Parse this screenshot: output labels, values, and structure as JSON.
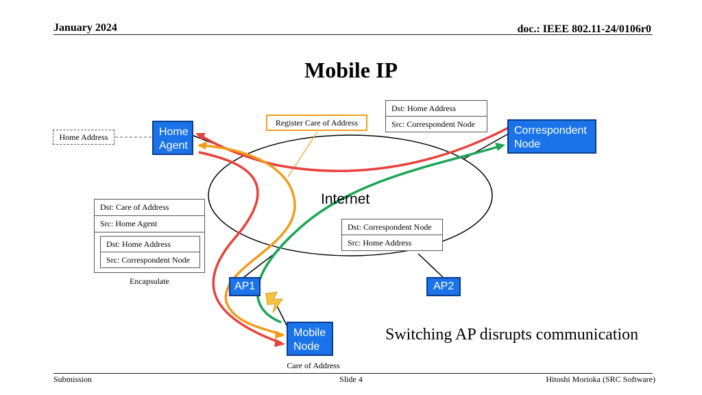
{
  "header": {
    "date": "January 2024",
    "doc": "doc.: IEEE 802.11-24/0106r0"
  },
  "title": "Mobile IP",
  "nodes": {
    "home_agent": [
      "Home",
      "Agent"
    ],
    "correspondent": [
      "Correspondent",
      "Node"
    ],
    "ap1": "AP1",
    "ap2": "AP2",
    "mobile": [
      "Mobile",
      "Node"
    ]
  },
  "internet_label": "Internet",
  "labels": {
    "home_address": "Home Address",
    "register": "Register Care of Address",
    "encapsulate": "Encapsulate",
    "care_of_address": "Care of Address"
  },
  "packets": {
    "top_right": {
      "dst": "Dst: Home Address",
      "src": "Src: Correspondent Node"
    },
    "left_outer": {
      "dst": "Dst: Care of Address",
      "src": "Src: Home Agent"
    },
    "left_inner": {
      "dst": "Dst: Home Address",
      "src": "Src: Correspondent Node"
    },
    "middle": {
      "dst": "Dst: Correspondent Node",
      "src": "Src: Home Address"
    }
  },
  "note": "Switching AP disrupts communication",
  "footer": {
    "left": "Submission",
    "center": "Slide 4",
    "right": "Hitoshi Morioka (SRC Software)"
  },
  "colors": {
    "red_path": "#e8413c",
    "orange_path": "#f29b1a",
    "green_path": "#1aa555",
    "node_blue": "#1a73e8",
    "register_border": "#f0a020"
  }
}
